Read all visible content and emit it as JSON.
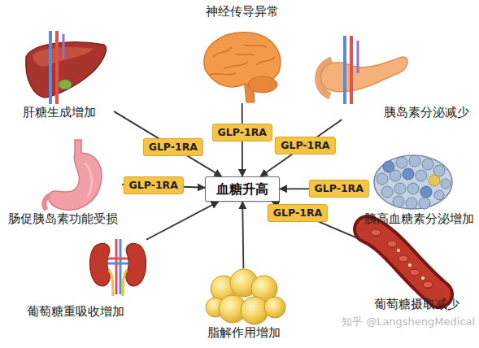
{
  "diagram": {
    "nodes": [
      {
        "text": [
          "神经传导异常"
        ]
      },
      {
        "text": [
          "肝糖生成增加"
        ]
      },
      {
        "text": [
          "胰岛素分泌减少"
        ]
      },
      {
        "text": [
          "血糖升高"
        ]
      },
      {
        "text": [
          "肠促胰岛素功能受损"
        ]
      },
      {
        "text": [
          "胰高血糖素分泌增加"
        ]
      },
      {
        "text": [
          "葡萄糖重吸收增加"
        ]
      },
      {
        "text": [
          "脂解作用增加"
        ]
      },
      {
        "text": [
          "葡萄糖摄取减少"
        ]
      }
    ],
    "edges": [
      {
        "from": 0,
        "to": 3,
        "label": "GLP-1RA",
        "arrow": "to"
      },
      {
        "from": 1,
        "to": 3,
        "label": "GLP-1RA",
        "arrow": "to"
      },
      {
        "from": 2,
        "to": 3,
        "label": "GLP-1RA",
        "arrow": "to"
      },
      {
        "from": 4,
        "to": 3,
        "label": "GLP-1RA",
        "arrow": "to"
      },
      {
        "from": 5,
        "to": 3,
        "label": "GLP-1RA",
        "arrow": "to"
      },
      {
        "from": 6,
        "to": 3,
        "arrow": "to"
      },
      {
        "from": 7,
        "to": 3,
        "arrow": "to"
      },
      {
        "from": 8,
        "to": 3,
        "label": "GLP-1RA",
        "arrow": "to"
      }
    ],
    "labels": [
      "知乎 @LangshengMedical"
    ]
  }
}
